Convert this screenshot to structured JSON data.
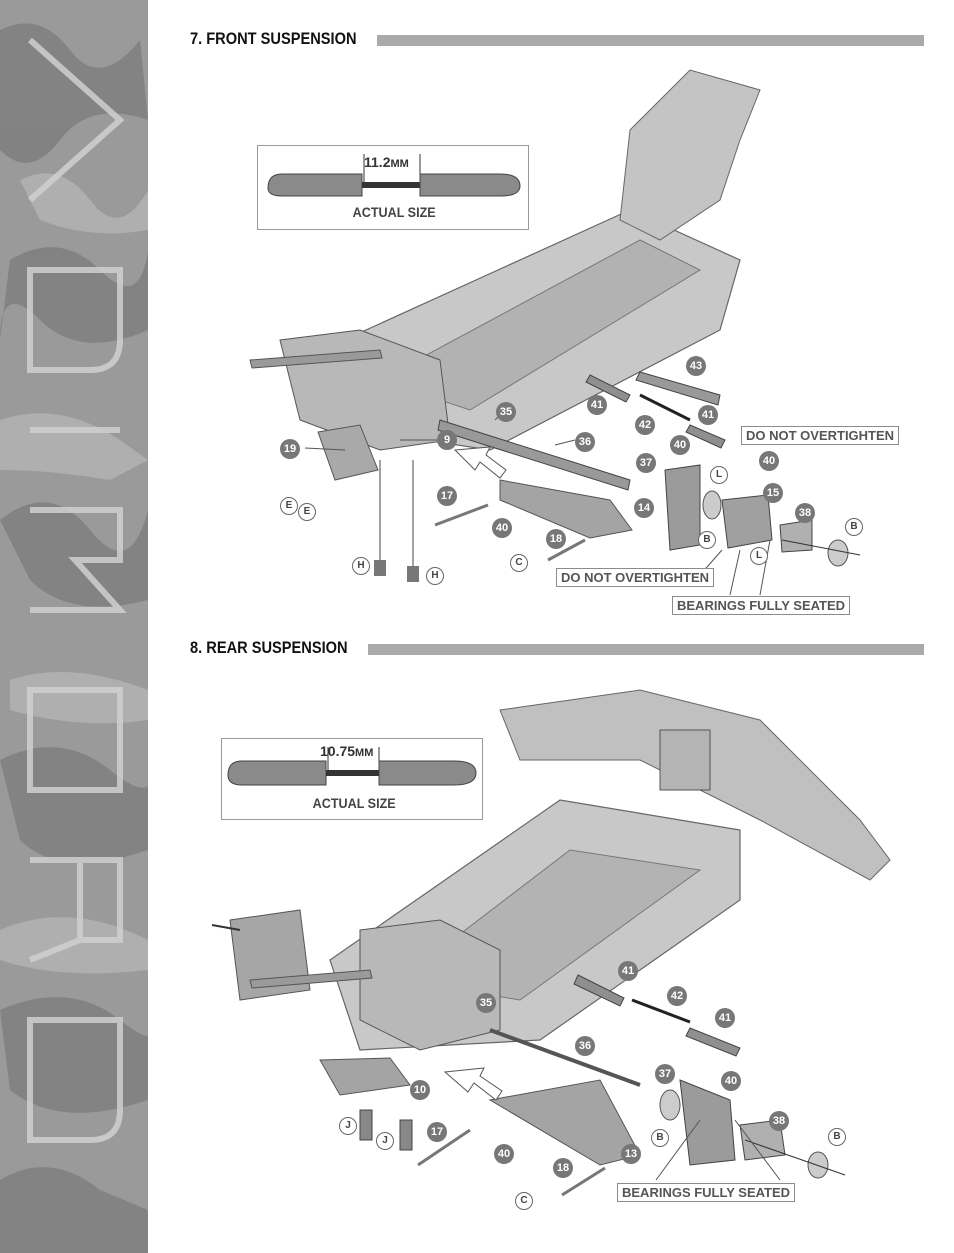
{
  "sidebar": {
    "brand_letters": [
      "D",
      "R",
      "O",
      "M",
      "I",
      "D",
      "A"
    ],
    "colors": {
      "bg": "#9a9a9a",
      "dark": "#6f6f6f",
      "light": "#c4c4c4"
    }
  },
  "sections": [
    {
      "title": "7. FRONT SUSPENSION",
      "size_box": {
        "value": "11.2",
        "unit": "MM",
        "caption": "ACTUAL SIZE"
      },
      "callouts": [
        "43",
        "41",
        "42",
        "41",
        "35",
        "36",
        "9",
        "19",
        "40",
        "37",
        "15",
        "14",
        "38",
        "17",
        "40",
        "18"
      ],
      "letters": [
        "L",
        "B",
        "B",
        "L",
        "E",
        "E",
        "H",
        "H",
        "C"
      ],
      "warnings": [
        "DO NOT OVERTIGHTEN",
        "DO NOT OVERTIGHTEN"
      ],
      "note": "BEARINGS FULLY SEATED",
      "letter_40_top": "40"
    },
    {
      "title": "8. REAR SUSPENSION",
      "size_box": {
        "value": "10.75",
        "unit": "MM",
        "caption": "ACTUAL SIZE"
      },
      "callouts": [
        "41",
        "42",
        "41",
        "35",
        "36",
        "37",
        "40",
        "38",
        "10",
        "17",
        "13",
        "40",
        "18"
      ],
      "letters": [
        "B",
        "B",
        "J",
        "J",
        "C"
      ],
      "note": "BEARINGS FULLY SEATED"
    }
  ],
  "colors": {
    "callout": "#777777",
    "part": "#bdbdbd",
    "part_dark": "#888888",
    "bar": "#aaaaaa"
  }
}
